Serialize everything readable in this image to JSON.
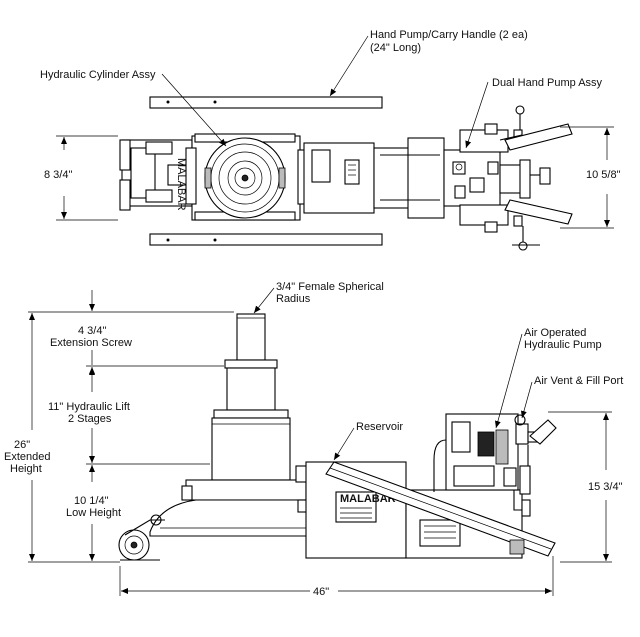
{
  "labels": {
    "hand_pump_handle": "Hand Pump/Carry Handle (2 ea)",
    "hand_pump_handle_sub": "(24\" Long)",
    "hydraulic_cylinder": "Hydraulic Cylinder Assy",
    "dual_hand_pump": "Dual Hand Pump Assy",
    "width_top": "8  3/4\"",
    "width_right": "10  5/8\"",
    "spherical_radius_1": "3/4\" Female Spherical",
    "spherical_radius_2": "Radius",
    "extension_screw_dim": "4  3/4\"",
    "extension_screw": "Extension Screw",
    "air_pump_1": "Air Operated",
    "air_pump_2": "Hydraulic Pump",
    "air_vent": "Air Vent & Fill Port",
    "hydraulic_lift_1": "11\" Hydraulic Lift",
    "hydraulic_lift_2": "2 Stages",
    "reservoir": "Reservoir",
    "extended_height_1": "26\"",
    "extended_height_2": "Extended",
    "extended_height_3": "Height",
    "low_height_1": "10  1/4\"",
    "low_height_2": "Low Height",
    "overall_height_right": "15  3/4\"",
    "overall_length": "46\"",
    "brand_text": "MALABAR"
  }
}
